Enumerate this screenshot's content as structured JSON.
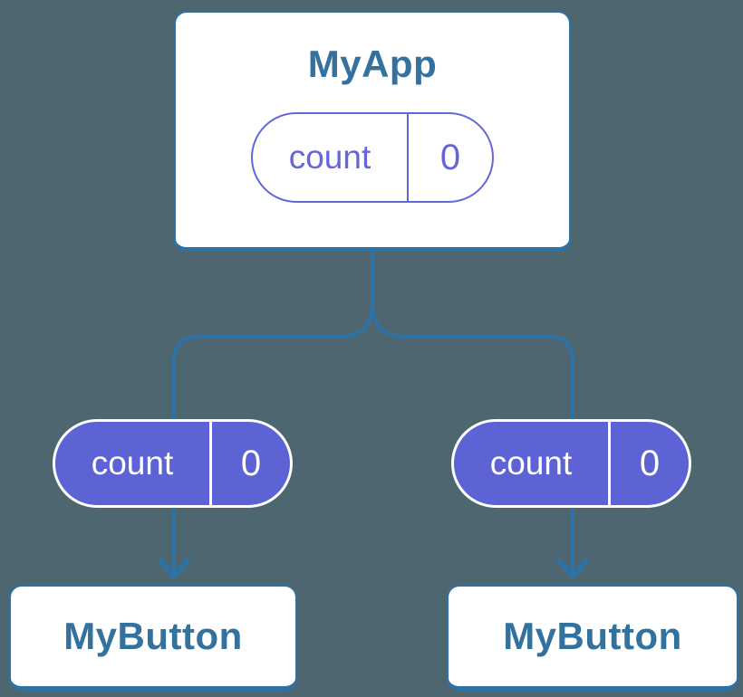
{
  "colors": {
    "background": "#4d6670",
    "connector_blue": "#2d72a7",
    "node_text_blue": "#33719e",
    "state_pill_fill_purple": "#5d62d4",
    "state_pill_outline_purple": "#6467d9",
    "card_fill": "#ffffff"
  },
  "tree": {
    "root": {
      "title": "MyApp",
      "state": {
        "label": "count",
        "value": "0"
      }
    },
    "children": [
      {
        "state": {
          "label": "count",
          "value": "0"
        },
        "title": "MyButton"
      },
      {
        "state": {
          "label": "count",
          "value": "0"
        },
        "title": "MyButton"
      }
    ]
  }
}
